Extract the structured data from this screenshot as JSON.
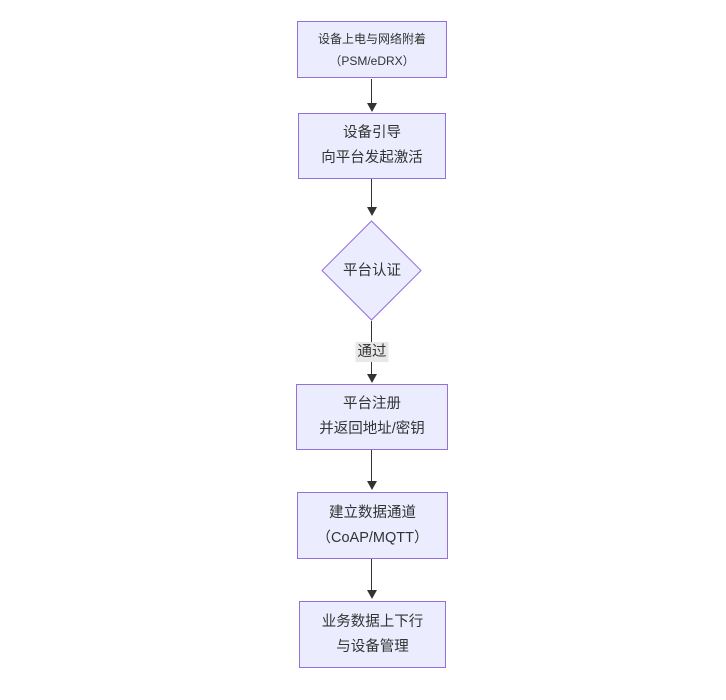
{
  "diagram": {
    "type": "flowchart",
    "direction": "top-down",
    "colors": {
      "node_fill": "#ECECFF",
      "node_border": "#9370DB",
      "arrow": "#333333",
      "text": "#333333",
      "edge_label_bg": "#e8e8e8",
      "background": "#ffffff"
    },
    "nodes": [
      {
        "id": "power-attach",
        "type": "rect",
        "lines": [
          "设备上电与网络附着",
          "（PSM/eDRX）"
        ]
      },
      {
        "id": "bootstrap",
        "type": "rect",
        "lines": [
          "设备引导",
          "向平台发起激活"
        ]
      },
      {
        "id": "platform-auth",
        "type": "diamond",
        "lines": [
          "平台认证"
        ]
      },
      {
        "id": "register",
        "type": "rect",
        "lines": [
          "平台注册",
          "并返回地址/密钥"
        ]
      },
      {
        "id": "data-channel",
        "type": "rect",
        "lines": [
          "建立数据通道",
          "（CoAP/MQTT）"
        ]
      },
      {
        "id": "business-data",
        "type": "rect",
        "lines": [
          "业务数据上下行",
          "与设备管理"
        ]
      }
    ],
    "edges": [
      {
        "from": "power-attach",
        "to": "bootstrap",
        "label": ""
      },
      {
        "from": "bootstrap",
        "to": "platform-auth",
        "label": ""
      },
      {
        "from": "platform-auth",
        "to": "register",
        "label": "通过"
      },
      {
        "from": "register",
        "to": "data-channel",
        "label": ""
      },
      {
        "from": "data-channel",
        "to": "business-data",
        "label": ""
      }
    ]
  }
}
